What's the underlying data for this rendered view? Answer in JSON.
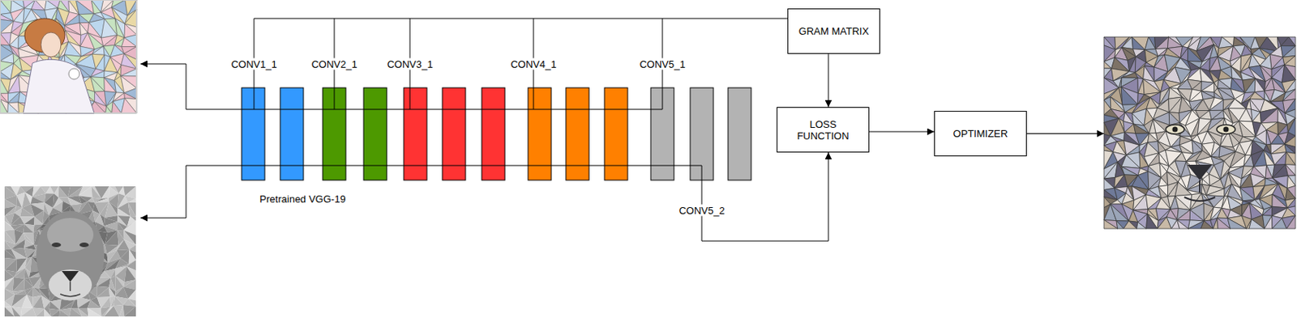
{
  "diagram": {
    "nodes": [
      {
        "text": [
          "GRAM MATRIX"
        ]
      },
      {
        "text": [
          "LOSS FUNCTION"
        ]
      },
      {
        "text": [
          "OPTIMIZER"
        ]
      }
    ],
    "edges": [
      {
        "from": 0,
        "to": 1,
        "arrow": "to"
      },
      {
        "from": 1,
        "to": 2,
        "arrow": "to"
      }
    ],
    "labels": [
      "CONV1_1",
      "CONV2_1",
      "CONV3_1",
      "CONV4_1",
      "CONV5_1",
      "Pretrained VGG-19",
      "CONV5_2"
    ]
  }
}
